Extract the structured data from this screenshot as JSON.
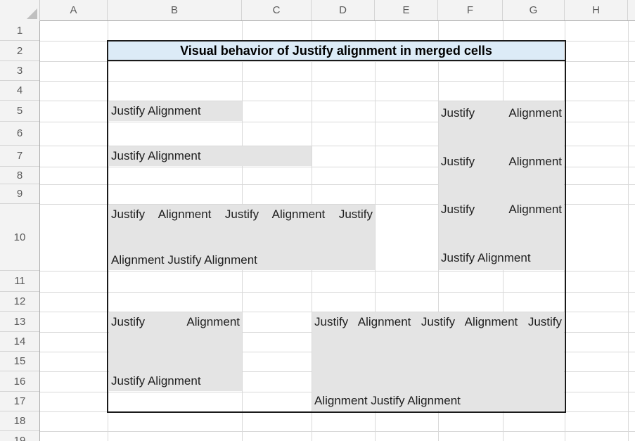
{
  "sheet": {
    "title": "Visual behavior of Justify alignment in merged cells",
    "columns": [
      "A",
      "B",
      "C",
      "D",
      "E",
      "F",
      "G",
      "H"
    ],
    "rows": [
      "1",
      "2",
      "3",
      "4",
      "5",
      "6",
      "7",
      "8",
      "9",
      "10",
      "11",
      "12",
      "13",
      "14",
      "15",
      "16",
      "17",
      "18",
      "19"
    ],
    "merged_cells": {
      "b5": {
        "lines": [
          "Justify Alignment"
        ]
      },
      "b7_c7": {
        "lines": [
          "Justify Alignment"
        ]
      },
      "b10_d10": {
        "lines": [
          "Justify Alignment Justify Alignment Justify",
          "Alignment Justify Alignment"
        ]
      },
      "f5_g10": {
        "lines": [
          "Justify Alignment",
          "Justify Alignment",
          "Justify Alignment",
          "Justify Alignment"
        ]
      },
      "b13_b16": {
        "lines": [
          "Justify Alignment",
          "Justify Alignment"
        ]
      },
      "d13_g17": {
        "lines": [
          "Justify Alignment Justify Alignment Justify",
          "Alignment Justify Alignment"
        ]
      }
    }
  },
  "colors": {
    "title_fill": "#DCEBF7",
    "merged_cell_fill": "#E4E4E4",
    "gridline": "#D9D9D9",
    "range_border": "#1A1A1A",
    "header_bg": "#F3F3F3",
    "header_text": "#5A5A5A",
    "cell_text": "#1F1F1F"
  }
}
